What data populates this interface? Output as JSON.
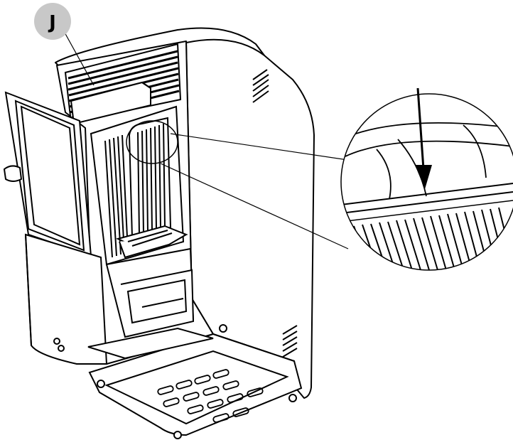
{
  "figure": {
    "callout_label": "J",
    "badge_color": "#c8c8c8",
    "line_color": "#000000",
    "panel_tint": "#f2f2f2",
    "components": [
      "stove-body",
      "open-door",
      "upper-vent-grille",
      "firebox",
      "heat-exchanger-plate",
      "burn-pot",
      "ash-drawer-cavity",
      "base-plate",
      "leveling-feet",
      "detail-magnifier",
      "downward-arrow-icon"
    ]
  }
}
